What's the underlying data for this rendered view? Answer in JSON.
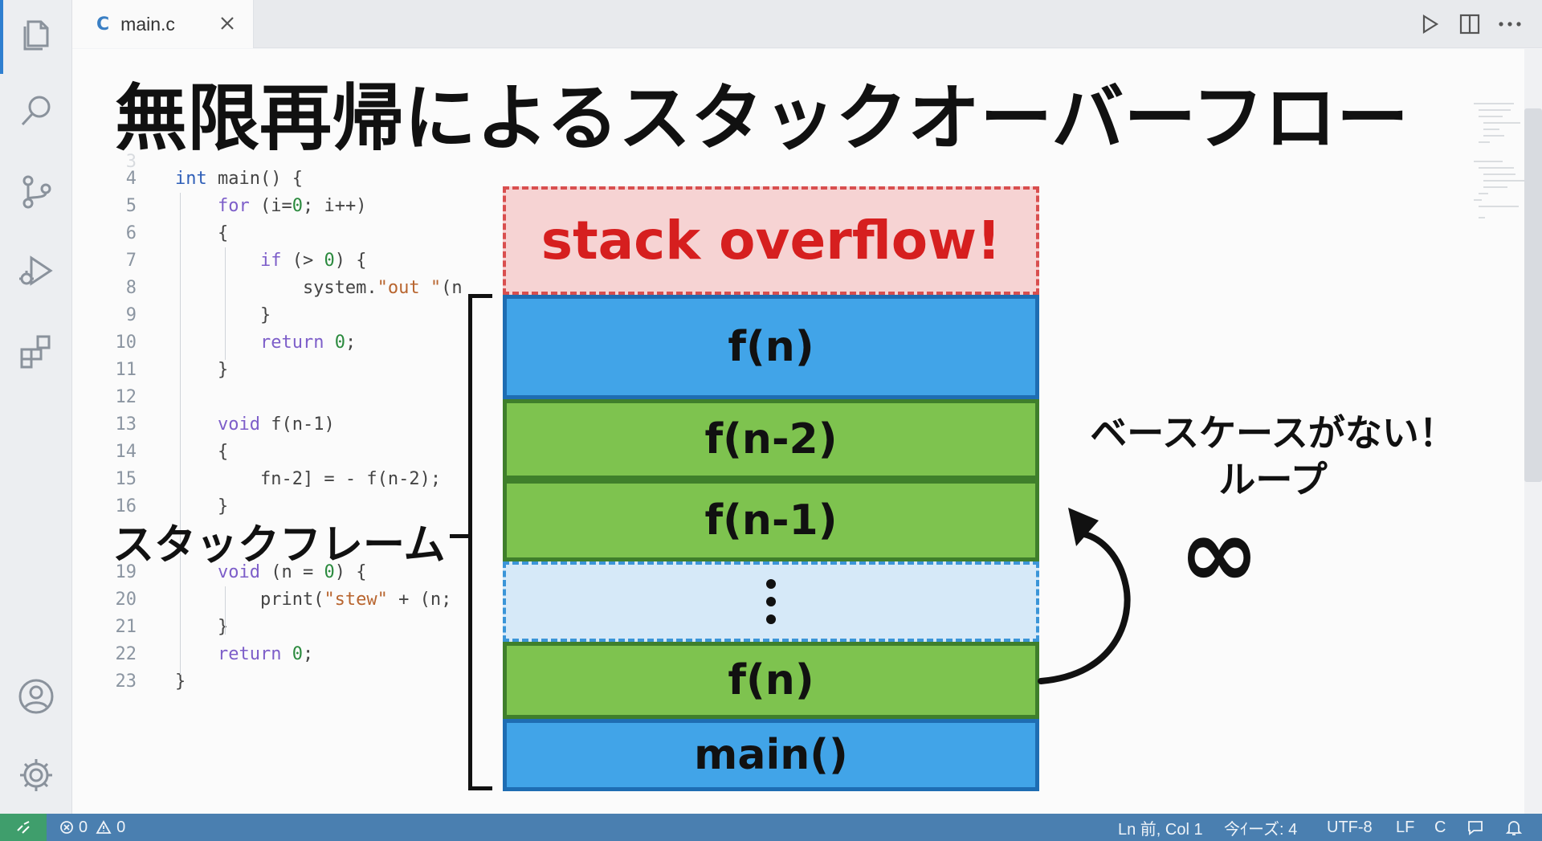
{
  "tab": {
    "lang_badge": "C",
    "filename": "main.c"
  },
  "slide": {
    "title": "無限再帰によるスタックオーバーフロー",
    "stack_frame_label": "スタックフレーム",
    "note_line1": "ベースケースがない！",
    "note_line2": "ループ",
    "infinity": "∞"
  },
  "frames": {
    "overflow": "stack overflow!",
    "f_n_top": "f(n)",
    "f_n_minus_2": "f(n-2)",
    "f_n_minus_1": "f(n-1)",
    "f_n_bottom": "f(n)",
    "main": "main()"
  },
  "code_lines": [
    {
      "n": "3",
      "t": ""
    },
    {
      "n": "4",
      "t": "int main() {"
    },
    {
      "n": "5",
      "t": "    for (i=0; i++)"
    },
    {
      "n": "6",
      "t": "    {"
    },
    {
      "n": "7",
      "t": "        if (> 0) {"
    },
    {
      "n": "8",
      "t": "            system.\"out \"(n"
    },
    {
      "n": "9",
      "t": "        }"
    },
    {
      "n": "10",
      "t": "        return 0;"
    },
    {
      "n": "11",
      "t": "    }"
    },
    {
      "n": "12",
      "t": ""
    },
    {
      "n": "13",
      "t": "    void f(n-1)"
    },
    {
      "n": "14",
      "t": "    {"
    },
    {
      "n": "15",
      "t": "        fn-2] = - f(n-2);"
    },
    {
      "n": "16",
      "t": "    }"
    },
    {
      "n": "19",
      "t": "    void (n = 0) {"
    },
    {
      "n": "20",
      "t": "        print(\"stew\" + (n;"
    },
    {
      "n": "21",
      "t": "    }"
    },
    {
      "n": "22",
      "t": "    return 0;"
    },
    {
      "n": "23",
      "t": "}"
    }
  ],
  "status": {
    "errors": "0",
    "warnings": "0",
    "position": "Ln 前, Col 1",
    "indent": "今ｲーズ: 4",
    "encoding": "UTF-8",
    "eol": "LF",
    "language": "C"
  },
  "colors": {
    "accent": "#2f7fd0",
    "status_bar": "#4a7fb0",
    "overflow_red": "#d61f1f",
    "frame_blue": "#41a4e8",
    "frame_green": "#7ec34f"
  },
  "icons": {
    "activity": [
      "files-icon",
      "search-icon",
      "source-control-icon",
      "run-debug-icon",
      "extensions-icon",
      "account-icon",
      "settings-gear-icon"
    ],
    "title_bar": [
      "run-icon",
      "split-editor-icon",
      "more-actions-icon"
    ]
  }
}
